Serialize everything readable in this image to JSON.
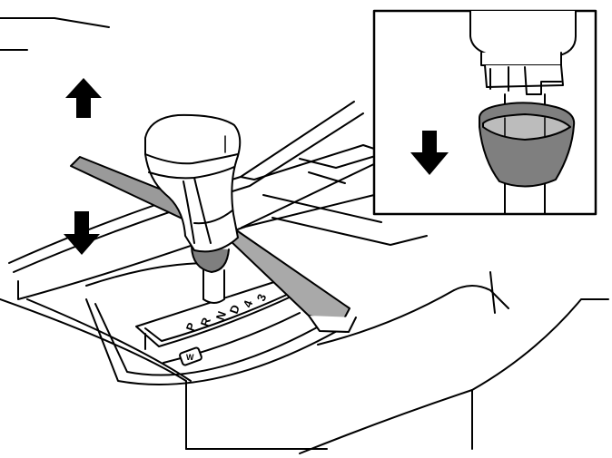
{
  "gear_positions": [
    "P",
    "R",
    "N",
    "D",
    "4",
    "3"
  ],
  "button_label": "W",
  "colors": {
    "line": "#000000",
    "fill": "#ffffff",
    "grey_dark": "#7a7a7a",
    "grey_light": "#b9b9b9"
  },
  "icons": [
    "arrow-up-icon",
    "arrow-down-icon",
    "arrow-down-icon"
  ]
}
